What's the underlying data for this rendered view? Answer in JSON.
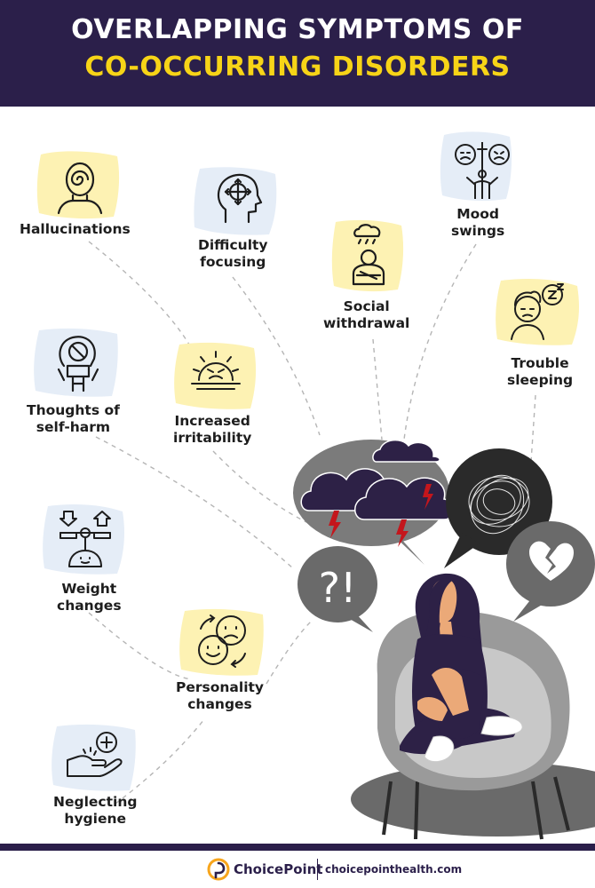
{
  "header": {
    "title_line1": "OVERLAPPING SYMPTOMS OF",
    "title_line2": "CO-OCCURRING DISORDERS"
  },
  "symptoms": {
    "hallucinations": "Hallucinations",
    "difficulty_focusing_1": "Difficulty",
    "difficulty_focusing_2": "focusing",
    "mood_swings_1": "Mood",
    "mood_swings_2": "swings",
    "social_withdrawal_1": "Social",
    "social_withdrawal_2": "withdrawal",
    "trouble_sleeping_1": "Trouble",
    "trouble_sleeping_2": "sleeping",
    "thoughts_self_harm_1": "Thoughts of",
    "thoughts_self_harm_2": "self-harm",
    "increased_irritability_1": "Increased",
    "increased_irritability_2": "irritability",
    "weight_changes_1": "Weight",
    "weight_changes_2": "changes",
    "personality_changes_1": "Personality",
    "personality_changes_2": "changes",
    "neglecting_hygiene_1": "Neglecting",
    "neglecting_hygiene_2": "hygiene"
  },
  "bubble_text": "?!",
  "footer": {
    "brand": "ChoicePoint",
    "website": "choicepointhealth.com"
  },
  "colors": {
    "header_bg": "#2b1f4a",
    "accent_yellow": "#f7d417",
    "blob_yellow": "#fdf2b3",
    "blob_blue": "#e5edf7",
    "bubble_dark": "#2a2a2a",
    "bubble_gray": "#6a6a6a",
    "cloud_purple": "#2d2146"
  }
}
